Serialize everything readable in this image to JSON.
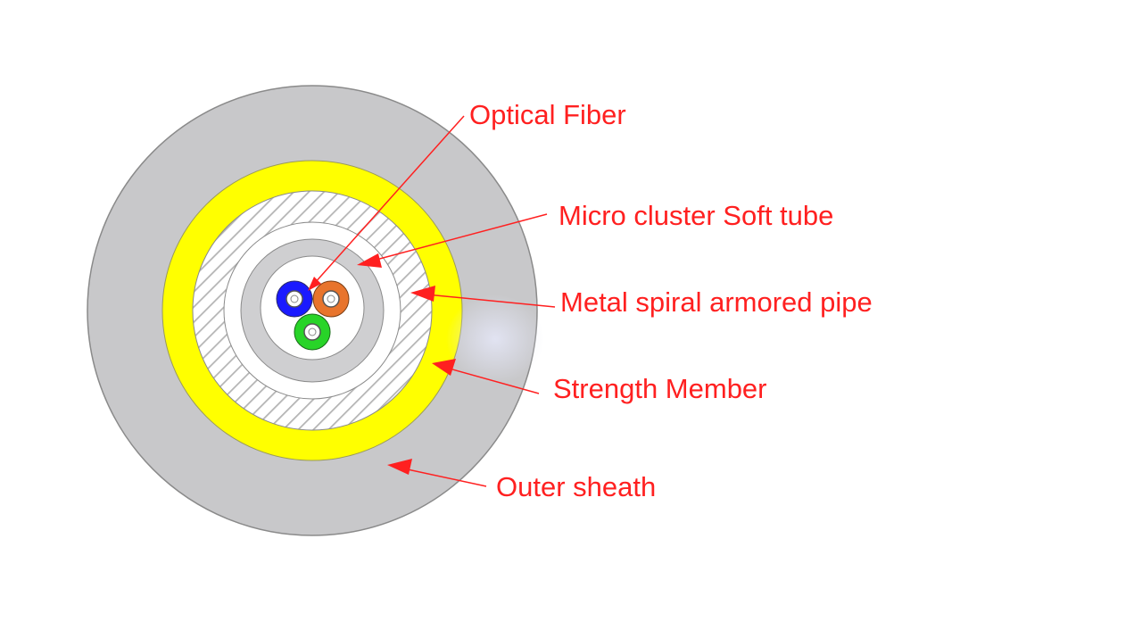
{
  "labels": {
    "optical_fiber": "Optical Fiber",
    "micro_cluster_soft_tube": "Micro cluster Soft tube",
    "metal_spiral_armored_pipe": "Metal spiral armored pipe",
    "strength_member": "Strength Member",
    "outer_sheath": "Outer sheath"
  },
  "colors": {
    "label_text": "#ff2020",
    "leader_line": "#ff2020",
    "outer_sheath": "#c8c8ca",
    "strength_member": "#ffff00",
    "armored_pipe_hatch": "#b4b4b4",
    "soft_tube": "#cfcfd1",
    "fiber_blue": "#1a1aff",
    "fiber_orange": "#e8742c",
    "fiber_green": "#28d428"
  }
}
